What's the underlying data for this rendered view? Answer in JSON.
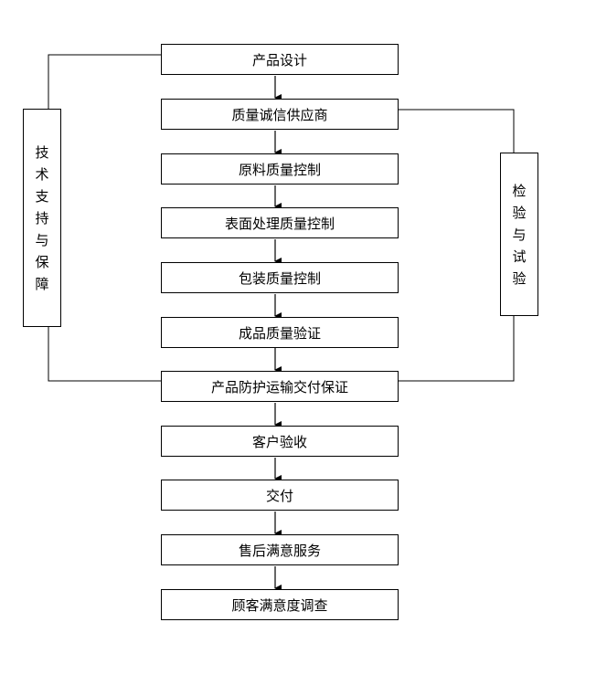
{
  "flow_steps": [
    "产品设计",
    "质量诚信供应商",
    "原料质量控制",
    "表面处理质量控制",
    "包装质量控制",
    "成品质量验证",
    "产品防护运输交付保证",
    "客户验收",
    "交付",
    "售后满意服务",
    "顾客满意度调查"
  ],
  "side_left": "技术支持与保障",
  "side_right": "检验与试验",
  "colors": {
    "line": "#000000",
    "background": "#ffffff"
  }
}
